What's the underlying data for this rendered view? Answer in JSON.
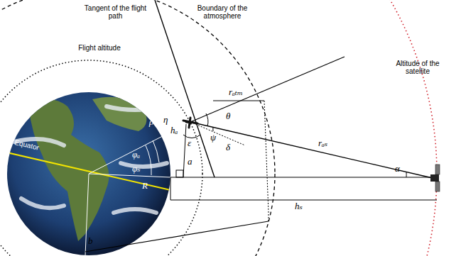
{
  "diagram": {
    "labels": [
      "Tangent of the flight path",
      "Boundary of the atmosphere",
      "Flight altitude",
      "Altitude of the satellite",
      "Equator",
      "R",
      "ρ",
      "η",
      "φₐ",
      "φₛ",
      "R",
      "b",
      "hₐ",
      "ε",
      "a",
      "ψ",
      "θ",
      "δ",
      "rₐₜₘ",
      "rₐₛ",
      "α",
      "hₛ"
    ]
  }
}
